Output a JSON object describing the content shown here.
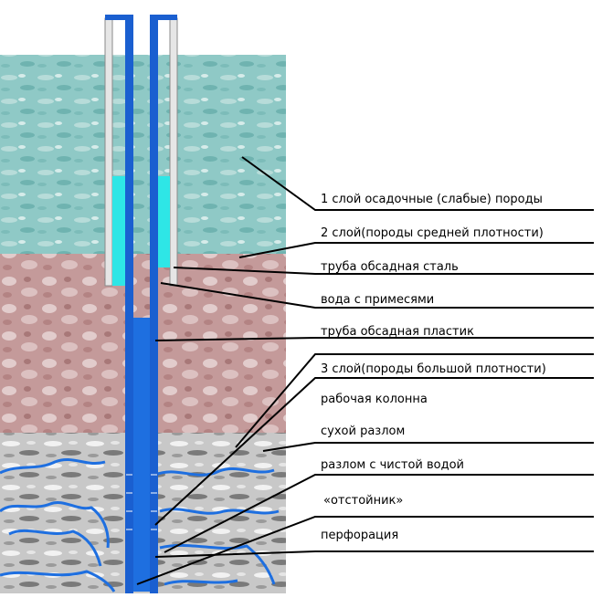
{
  "labels": [
    "1 слой осадочные (слабые) породы",
    "2 слой(породы средней плотности)",
    "труба обсадная сталь",
    "вода с примесями",
    "труба обсадная пластик",
    "3 слой(породы большой плотности)",
    "рабочая колонна",
    "сухой разлом",
    "разлом с чистой водой",
    "«отстойник»",
    "перфорация"
  ],
  "colors": {
    "layer1": "#8fc9c6",
    "layer2": "#c49a9a",
    "layer3": "#c8c8c8",
    "pipe_blue": "#1a5fd0",
    "water_cyan": "#2ee6e6",
    "steel": "#e6e6e6",
    "water_fracture": "#1e6fe0",
    "leader_line": "#000000"
  }
}
